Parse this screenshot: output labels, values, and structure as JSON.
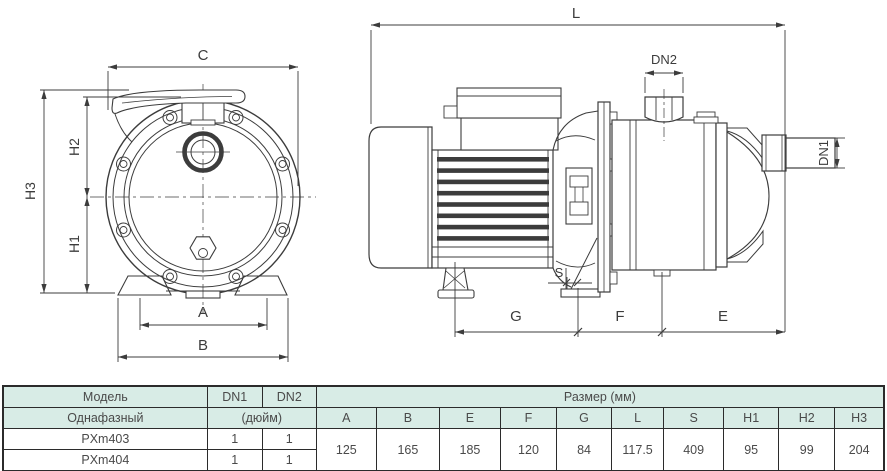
{
  "labels": {
    "C": "C",
    "H1": "H1",
    "H2": "H2",
    "H3": "H3",
    "A": "A",
    "B": "B",
    "L": "L",
    "DN1": "DN1",
    "DN2": "DN2",
    "S": "S",
    "G": "G",
    "F": "F",
    "E": "E"
  },
  "table": {
    "model_header": "Модель",
    "dn1_header": "DN1",
    "dn2_header": "DN2",
    "size_header": "Размер (мм)",
    "phase_label": "Однафазный",
    "unit_label": "(дюйм)",
    "size_columns": [
      "A",
      "B",
      "E",
      "F",
      "G",
      "L",
      "S",
      "H1",
      "H2",
      "H3"
    ],
    "rows": [
      {
        "model": "PXm403",
        "dn1": "1",
        "dn2": "1"
      },
      {
        "model": "PXm404",
        "dn1": "1",
        "dn2": "1"
      }
    ],
    "size_values": [
      "125",
      "165",
      "185",
      "120",
      "84",
      "117.5",
      "409",
      "95",
      "99",
      "204"
    ]
  },
  "colors": {
    "header_bg": "#d8ece6",
    "line": "#3c3c3c",
    "table_border": "#2b2b2b",
    "text": "#4a4a4a"
  }
}
